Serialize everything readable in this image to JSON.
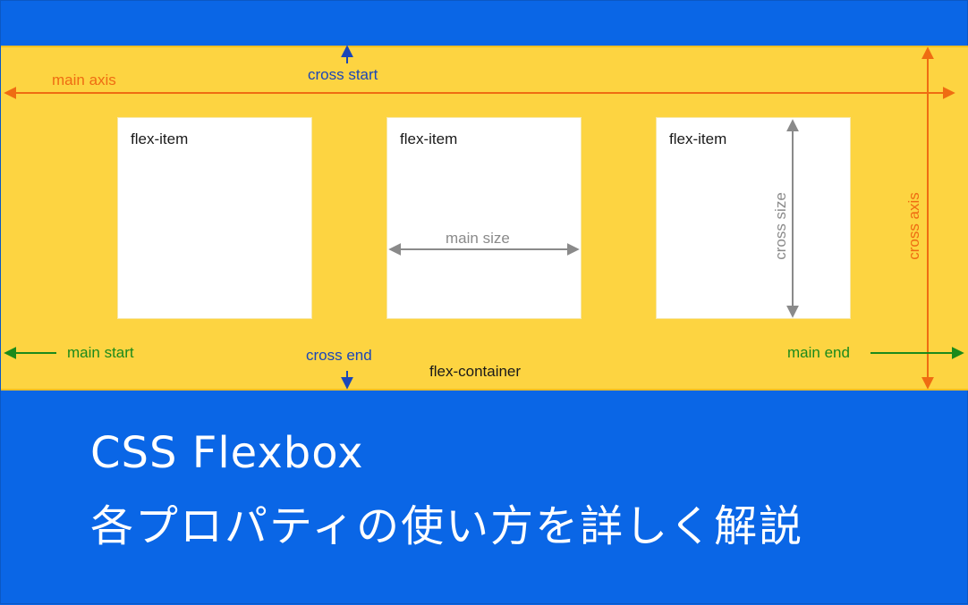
{
  "diagram": {
    "labels": {
      "main_axis": "main axis",
      "cross_start": "cross start",
      "cross_end": "cross end",
      "main_start": "main start",
      "main_end": "main end",
      "cross_axis": "cross axis",
      "flex_container": "flex-container",
      "main_size": "main size",
      "cross_size": "cross size"
    },
    "items": [
      {
        "label": "flex-item"
      },
      {
        "label": "flex-item"
      },
      {
        "label": "flex-item"
      }
    ],
    "colors": {
      "background": "#0a66e6",
      "container": "#fdd441",
      "axis": "#ef6c12",
      "start_end": "#1b8a1b",
      "cross_marker": "#1a46b8",
      "size": "#8a8a8a",
      "item": "#ffffff"
    }
  },
  "title": {
    "line1": "CSS Flexbox",
    "line2": "各プロパティの使い方を詳しく解説"
  }
}
